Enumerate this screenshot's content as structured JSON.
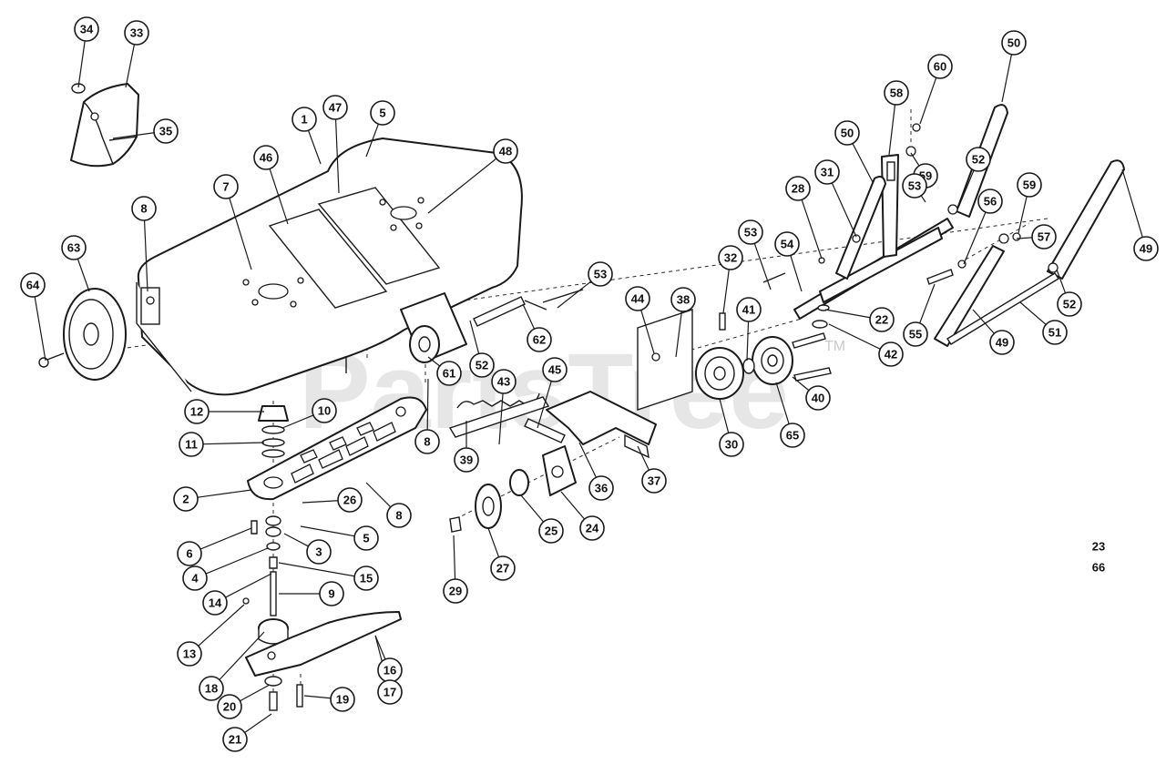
{
  "watermark": {
    "text": "PartsTree",
    "trademark": "TM"
  },
  "callouts": [
    {
      "label": "34"
    },
    {
      "label": "33"
    },
    {
      "label": "35"
    },
    {
      "label": "1"
    },
    {
      "label": "47"
    },
    {
      "label": "5"
    },
    {
      "label": "48"
    },
    {
      "label": "46"
    },
    {
      "label": "7"
    },
    {
      "label": "8"
    },
    {
      "label": "63"
    },
    {
      "label": "64"
    },
    {
      "label": "12"
    },
    {
      "label": "10"
    },
    {
      "label": "11"
    },
    {
      "label": "2"
    },
    {
      "label": "26"
    },
    {
      "label": "8"
    },
    {
      "label": "5"
    },
    {
      "label": "6"
    },
    {
      "label": "3"
    },
    {
      "label": "4"
    },
    {
      "label": "15"
    },
    {
      "label": "14"
    },
    {
      "label": "9"
    },
    {
      "label": "13"
    },
    {
      "label": "16"
    },
    {
      "label": "17"
    },
    {
      "label": "18"
    },
    {
      "label": "20"
    },
    {
      "label": "19"
    },
    {
      "label": "21"
    },
    {
      "label": "61"
    },
    {
      "label": "52"
    },
    {
      "label": "62"
    },
    {
      "label": "53"
    },
    {
      "label": "8"
    },
    {
      "label": "39"
    },
    {
      "label": "43"
    },
    {
      "label": "45"
    },
    {
      "label": "29"
    },
    {
      "label": "27"
    },
    {
      "label": "25"
    },
    {
      "label": "24"
    },
    {
      "label": "36"
    },
    {
      "label": "37"
    },
    {
      "label": "44"
    },
    {
      "label": "38"
    },
    {
      "label": "32"
    },
    {
      "label": "41"
    },
    {
      "label": "30"
    },
    {
      "label": "65"
    },
    {
      "label": "40"
    },
    {
      "label": "42"
    },
    {
      "label": "22"
    },
    {
      "label": "53"
    },
    {
      "label": "54"
    },
    {
      "label": "28"
    },
    {
      "label": "31"
    },
    {
      "label": "50"
    },
    {
      "label": "58"
    },
    {
      "label": "60"
    },
    {
      "label": "59"
    },
    {
      "label": "53"
    },
    {
      "label": "52"
    },
    {
      "label": "50"
    },
    {
      "label": "56"
    },
    {
      "label": "59"
    },
    {
      "label": "57"
    },
    {
      "label": "49"
    },
    {
      "label": "55"
    },
    {
      "label": "49"
    },
    {
      "label": "51"
    },
    {
      "label": "52"
    }
  ],
  "footer_refs": [
    "23",
    "66"
  ]
}
